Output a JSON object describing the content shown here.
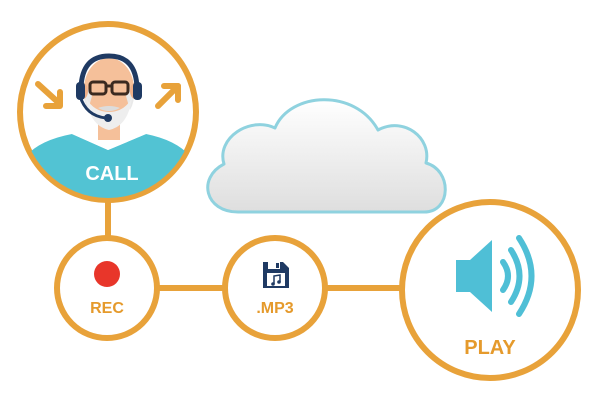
{
  "nodes": {
    "call": {
      "label": "CALL"
    },
    "rec": {
      "label": "REC"
    },
    "mp3": {
      "label": ".MP3"
    },
    "play": {
      "label": "PLAY"
    }
  },
  "icons": {
    "cloud": "cloud-icon",
    "agent": "headset-agent-icon",
    "record": "record-dot-icon",
    "file": "floppy-disk-icon",
    "speaker": "speaker-icon"
  },
  "colors": {
    "ring": "#e8a23a",
    "label": "#e59a2c",
    "record": "#e8362a",
    "shirt": "#52c3d3",
    "speaker": "#4fbfd6",
    "floppy": "#1f3a63",
    "cloud_stroke": "#8fd2df"
  }
}
